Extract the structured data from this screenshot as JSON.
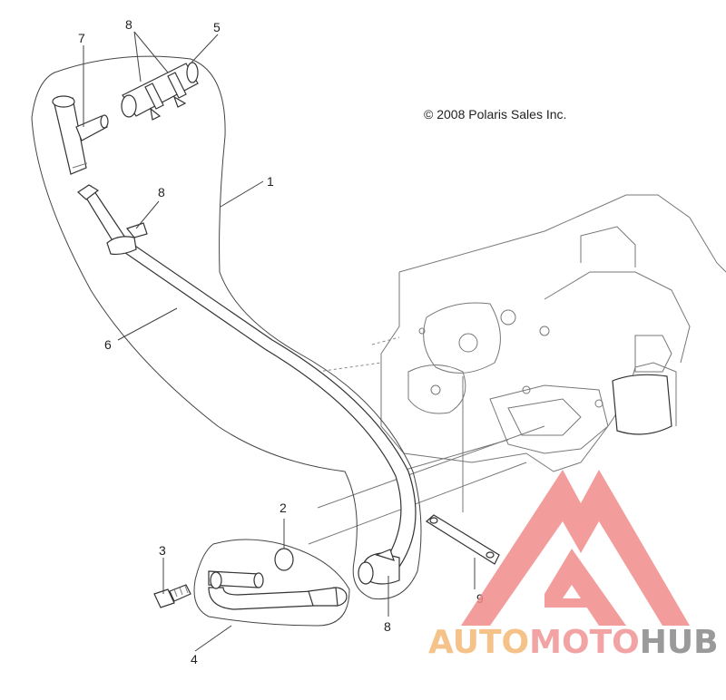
{
  "copyright": "© 2008 Polaris Sales Inc.",
  "callouts": {
    "c1": "1",
    "c2": "2",
    "c3": "3",
    "c4": "4",
    "c5": "5",
    "c6": "6",
    "c7": "7",
    "c8_top": "8",
    "c8_mid": "8",
    "c8_bottom": "8",
    "c9": "9"
  },
  "watermark": {
    "part1": "AUTO",
    "part2": "MOTO",
    "part3": "HUB",
    "colors": {
      "auto": "#f5c28a",
      "moto": "#f2a3a3",
      "hub": "#9a9a9a",
      "logo": "#f28b8b"
    }
  }
}
